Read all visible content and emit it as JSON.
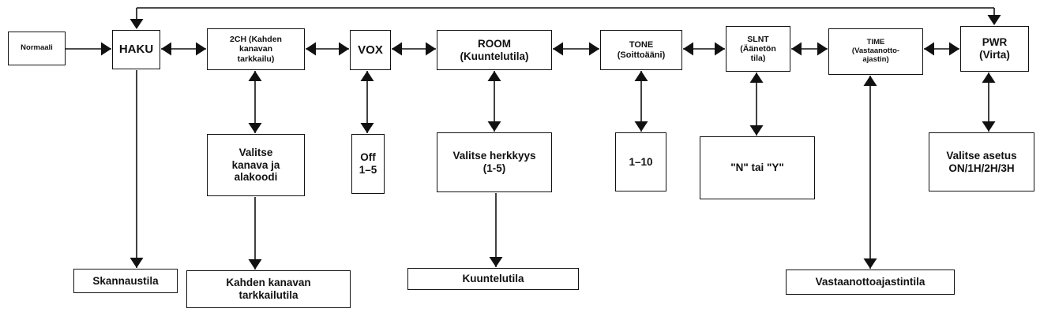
{
  "nodes": {
    "normaali": "Normaali",
    "haku": "HAKU",
    "ch2": "2CH (Kahden\nkanavan\ntarkkailu)",
    "vox": "VOX",
    "room": "ROOM\n(Kuuntelutila)",
    "tone": "TONE\n(Soittoääni)",
    "slnt": "SLNT\n(Äänetön\ntila)",
    "time": "TIME\n(Vastaanotto-\najastin)",
    "pwr": "PWR\n(Virta)",
    "ch2_select": "Valitse\nkanava ja\nalakoodi",
    "vox_select": "Off\n1–5",
    "room_select": "Valitse herkkyys\n(1-5)",
    "tone_select": "1–10",
    "slnt_select": "\"N\" tai \"Y\"",
    "pwr_select": "Valitse asetus\nON/1H/2H/3H",
    "haku_mode": "Skannaustila",
    "ch2_mode": "Kahden kanavan\ntarkkailutila",
    "room_mode": "Kuuntelutila",
    "time_mode": "Vastaanottoajastintila"
  },
  "colors": {
    "line": "#111111",
    "background": "#ffffff"
  }
}
